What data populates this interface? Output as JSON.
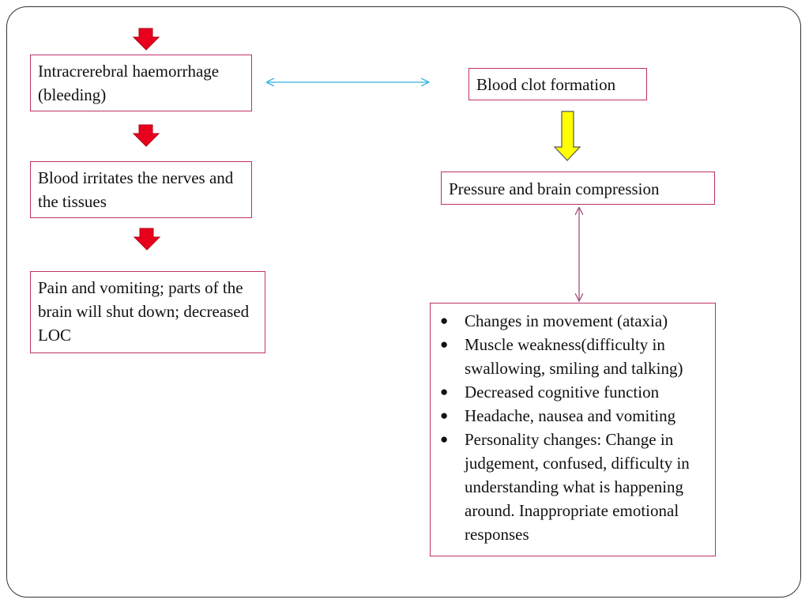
{
  "diagram": {
    "left_flow": {
      "haemorrhage": "Intracrerebral haemorrhage (bleeding)",
      "irritation": "Blood irritates the nerves and the tissues",
      "pain": "Pain and vomiting; parts of the brain will shut down; decreased LOC"
    },
    "right_flow": {
      "clot": "Blood clot formation",
      "pressure": "Pressure and brain compression",
      "symptoms": [
        "Changes in movement (ataxia)",
        "Muscle weakness(difficulty in swallowing, smiling and talking)",
        "Decreased cognitive function",
        "Headache, nausea and vomiting",
        "Personality changes: Change in judgement, confused, difficulty in understanding what is happening around. Inappropriate emotional responses"
      ]
    },
    "colors": {
      "box_border": "#c0306a",
      "red_arrow": "#e8001c",
      "yellow_arrow": "#ffff00",
      "cyan_connector": "#35b3dc",
      "mauve_connector": "#a0527a"
    }
  }
}
